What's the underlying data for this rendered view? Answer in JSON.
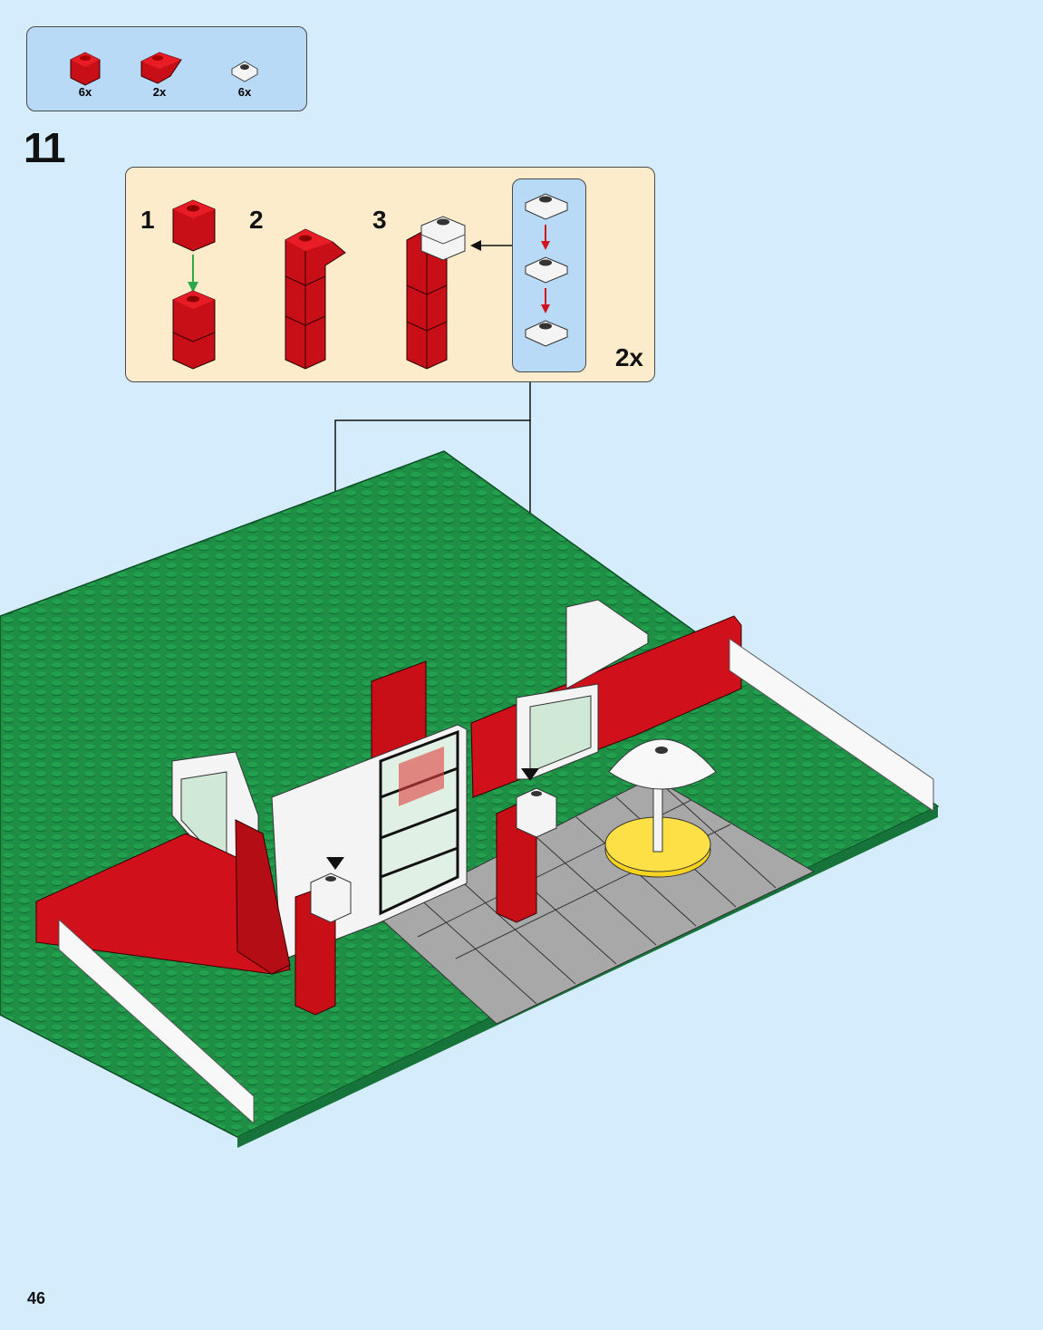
{
  "parts_list": [
    {
      "icon": "red-brick-1x1-icon",
      "qty": "6x"
    },
    {
      "icon": "red-slope-brick-icon",
      "qty": "2x"
    },
    {
      "icon": "clear-plate-1x1-icon",
      "qty": "6x"
    }
  ],
  "step": {
    "number": "11"
  },
  "sub_assembly": {
    "labels": [
      "1",
      "2",
      "3"
    ],
    "multiplier": "2x"
  },
  "page": {
    "number": "46"
  },
  "colors": {
    "background": "#d4ecfb",
    "parts_box": "#b8daf6",
    "sub_box": "#fdeccc",
    "brick_red": "#d0101a",
    "baseplate_green": "#1e8f45",
    "tile_gray": "#a8a8a8",
    "yellow": "#f8d320"
  }
}
